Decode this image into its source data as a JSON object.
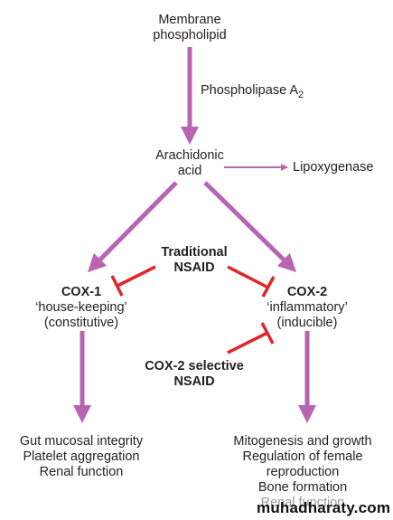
{
  "nodes": {
    "membrane": [
      "Membrane",
      "phospholipid"
    ],
    "phospholipase_prefix": "Phospholipase A",
    "phospholipase_sub": "2",
    "arachidonic": [
      "Arachidonic",
      "acid"
    ],
    "lipoxygenase": "Lipoxygenase",
    "traditional_nsaid": [
      "Traditional",
      "NSAID"
    ],
    "cox1": {
      "title": "COX-1",
      "line2": "‘house-keeping’",
      "line3": "(constitutive)"
    },
    "cox2": {
      "title": "COX-2",
      "line2": "‘inflammatory’",
      "line3": "(inducible)"
    },
    "cox2_selective": [
      "COX-2 selective",
      "NSAID"
    ],
    "cox1_effects": [
      "Gut mucosal integrity",
      "Platelet aggregation",
      "Renal function"
    ],
    "cox2_effects": [
      "Mitogenesis and growth",
      "Regulation of female",
      "reproduction",
      "Bone formation",
      "Renal function"
    ]
  },
  "watermark": "muhadharaty.com",
  "colors": {
    "pathway_arrow": "#b963b3",
    "inhibition": "#e0262b",
    "text": "#231f20"
  }
}
